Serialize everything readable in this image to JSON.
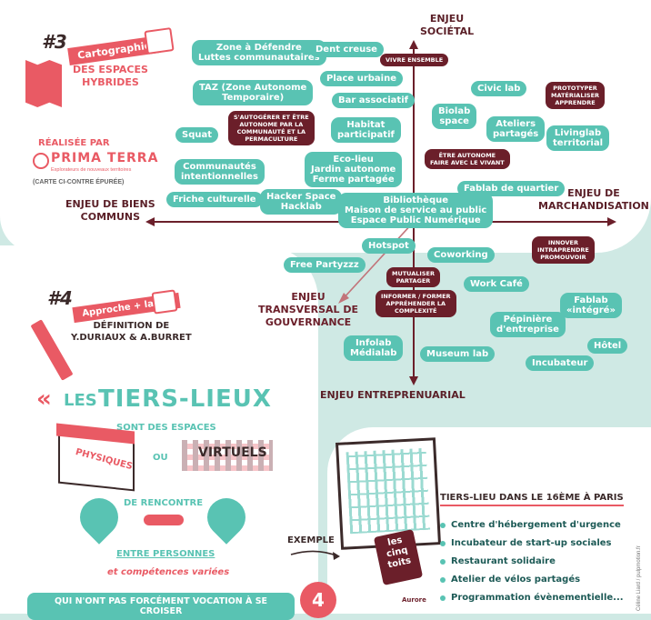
{
  "section3": {
    "number": "#3",
    "ribbon": "Cartographie",
    "subtitle": "DES ESPACES\nHYBRIDES",
    "realisee": "RÉALISÉE PAR",
    "brand": "PRIMA TERRA",
    "brand_tag": "Explorateurs de nouveaux territoires",
    "note": "(CARTE CI-CONTRE ÉPURÉE)"
  },
  "axes": {
    "top": "ENJEU\nSOCIÉTAL",
    "left": "ENJEU DE BIENS\nCOMMUNS",
    "right": "ENJEU DE\nMARCHANDISATION",
    "bottom": "ENJEU ENTREPRENUARIAL",
    "diag": "ENJEU\nTRANSVERSAL DE\nGOUVERNANCE"
  },
  "pills": [
    "Zone à Défendre\nLuttes communautaires",
    "Dent creuse",
    "Place urbaine",
    "TAZ (Zone Autonome\nTemporaire)",
    "Bar associatif",
    "Squat",
    "Habitat\nparticipatif",
    "Communautés\nintentionnelles",
    "Eco-lieu\nJardin autonome\nFerme partagée",
    "Friche culturelle",
    "Hacker Space\nHacklab",
    "Bibliothèque\nMaison de service au public\nEspace Public Numérique",
    "Civic lab",
    "Biolab\nspace",
    "Ateliers\npartagés",
    "Livinglab\nterritorial",
    "Fablab de quartier",
    "Hotspot",
    "Free Partyzzz",
    "Coworking",
    "Work Café",
    "Fablab\n«intégré»",
    "Pépinière\nd'entreprise",
    "Hôtel",
    "Infolab\nMédialab",
    "Museum lab",
    "Incubateur"
  ],
  "dark_tags": [
    "VIVRE ENSEMBLE",
    "S'AUTOGÉRER ET ÊTRE\nAUTONOME PAR LA\nCOMMUNAUTÉ ET LA\nPERMACULTURE",
    "PROTOTYPER\nMATÉRIALISER\nAPPRENDRE",
    "ÊTRE AUTONOME\nFAIRE AVEC LE VIVANT",
    "INNOVER\nINTRAPRENDRE\nPROMOUVOIR",
    "MUTUALISER\nPARTAGER",
    "INFORMER / FORMER\nAPPRÉHENDER LA\nCOMPLEXITÉ"
  ],
  "section4": {
    "number": "#4",
    "ribbon": "Approche + large",
    "subtitle": "DÉFINITION DE\nY.DURIAUX & A.BURRET",
    "quote_mark": "«",
    "title_les": "LES",
    "title_main": "TIERS-LIEUX",
    "sont": "SONT DES ESPACES",
    "physiques": "PHYSIQUES",
    "ou": "OU",
    "virtuels": "VIRTUELS",
    "rencontre": "DE RENCONTRE",
    "entre": "ENTRE PERSONNES",
    "competences": "et compétences variées",
    "banner": "QUI N'ONT PAS FORCÉMENT VOCATION À SE CROISER",
    "exemple": "EXEMPLE",
    "cinq": "les\ncinq\ntoits",
    "aurore": "Aurore",
    "badge_num": "4"
  },
  "example": {
    "heading": "TIERS-LIEU DANS LE 16ÈME À PARIS",
    "items": [
      "Centre d'hébergement d'urgence",
      "Incubateur de start-up sociales",
      "Restaurant solidaire",
      "Atelier de vélos partagés",
      "Programmation évènementielle..."
    ],
    "credit": "Céline Liard / pulpmotion.fr"
  },
  "colors": {
    "accent": "#e95a64",
    "teal": "#59c3b3",
    "dark": "#6b1f2a",
    "bg": "#cfe9e4"
  }
}
